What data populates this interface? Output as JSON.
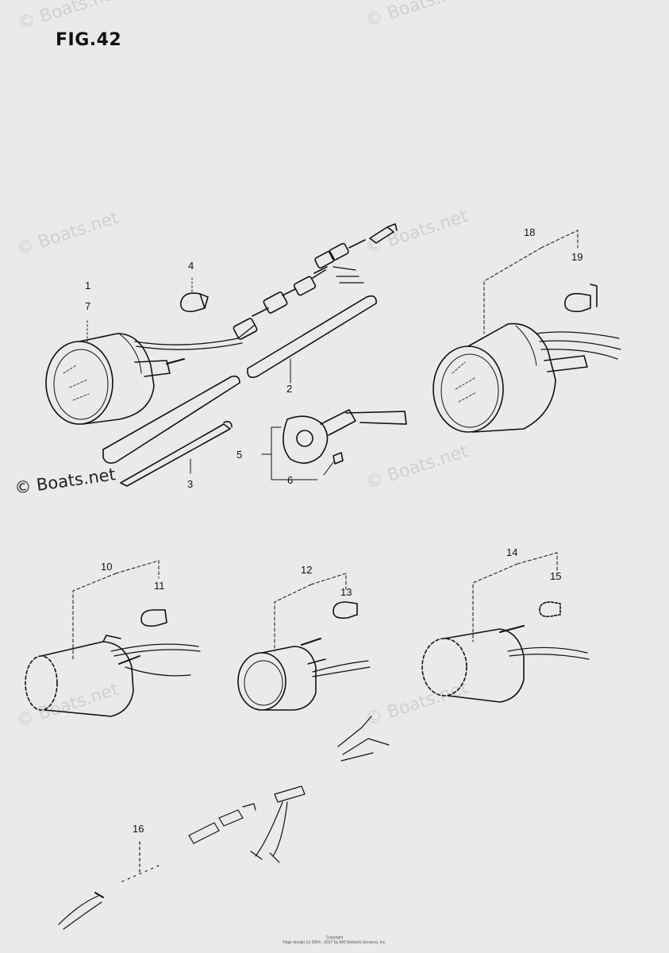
{
  "figure": {
    "title": "FIG.42"
  },
  "callouts": [
    {
      "id": "c1",
      "text": "1"
    },
    {
      "id": "c7",
      "text": "7"
    },
    {
      "id": "c4",
      "text": "4"
    },
    {
      "id": "c2",
      "text": "2"
    },
    {
      "id": "c3",
      "text": "3"
    },
    {
      "id": "c5",
      "text": "5"
    },
    {
      "id": "c6",
      "text": "6"
    },
    {
      "id": "c18",
      "text": "18"
    },
    {
      "id": "c19",
      "text": "19"
    },
    {
      "id": "c10",
      "text": "10"
    },
    {
      "id": "c11",
      "text": "11"
    },
    {
      "id": "c12",
      "text": "12"
    },
    {
      "id": "c13",
      "text": "13"
    },
    {
      "id": "c14",
      "text": "14"
    },
    {
      "id": "c15",
      "text": "15"
    },
    {
      "id": "c16",
      "text": "16"
    }
  ],
  "watermark": {
    "text": "© Boats.net"
  },
  "footer": {
    "line1": "Copyright",
    "line2": "Page design (c) 2004 - 2017 by ARI Network Services, Inc."
  },
  "colors": {
    "background": "#eaeaea",
    "ink": "#111111",
    "watermark": "#cfcfcf"
  }
}
